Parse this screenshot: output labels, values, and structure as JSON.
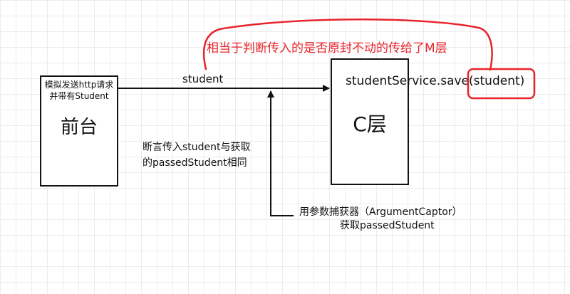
{
  "frontend_box": {
    "note_line1": "模拟发送http请求",
    "note_line2": "并带有Student",
    "label": "前台"
  },
  "arrow_label": "student",
  "controller_box": {
    "method_call": "studentService.save(student)",
    "label": "C层"
  },
  "assert_note": {
    "line1": "断言传入student与获取",
    "line2": "的passedStudent相同"
  },
  "captor_note": {
    "line1": "用参数捕获器（ArgumentCaptor）",
    "line2": "获取passedStudent"
  },
  "red_annotation": {
    "text": "相当于判断传入的是否原封不动的传给了M层",
    "color": "#e8232a"
  }
}
